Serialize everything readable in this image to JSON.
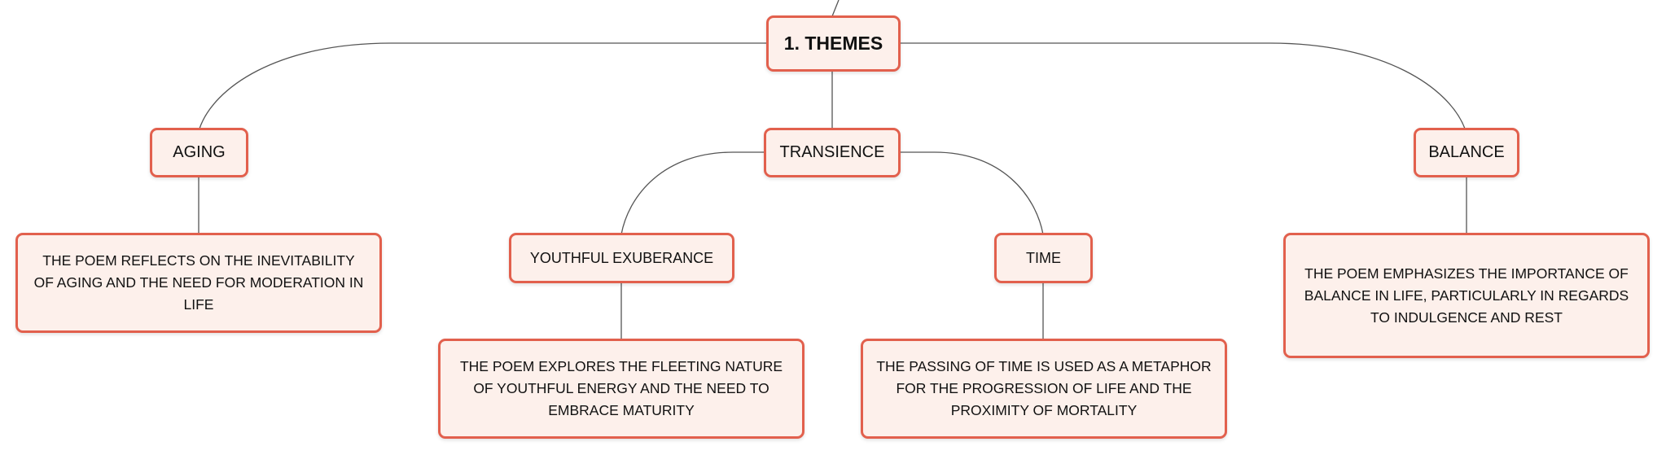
{
  "map": {
    "root": {
      "label": "1. THEMES"
    },
    "aging": {
      "label": "AGING",
      "desc": "THE POEM REFLECTS ON THE INEVITABILITY OF AGING AND THE NEED FOR MODERATION IN LIFE"
    },
    "transience": {
      "label": "TRANSIENCE",
      "youthful": {
        "label": "YOUTHFUL EXUBERANCE",
        "desc": "THE POEM EXPLORES THE FLEETING NATURE OF YOUTHFUL ENERGY AND THE NEED TO EMBRACE MATURITY"
      },
      "time": {
        "label": "TIME",
        "desc": "THE PASSING OF TIME IS USED AS A METAPHOR FOR THE PROGRESSION OF LIFE AND THE PROXIMITY OF MORTALITY"
      }
    },
    "balance": {
      "label": "BALANCE",
      "desc": "THE POEM EMPHASIZES THE IMPORTANCE OF BALANCE IN LIFE, PARTICULARLY IN REGARDS TO INDULGENCE AND REST"
    }
  },
  "colors": {
    "node_border": "#e2604d",
    "node_fill": "#fdf0eb",
    "connector": "#555555"
  }
}
